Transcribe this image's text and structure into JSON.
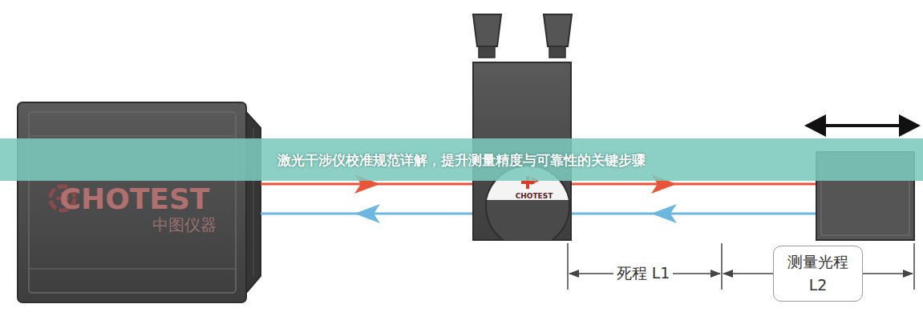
{
  "diagram": {
    "title": "激光干涉仪校准规范详解，提升测量精度与可靠性的关键步骤",
    "nodes": [
      {
        "text": [
          "测量光程 L2"
        ]
      }
    ],
    "labels": [
      "CHOTEST",
      "中图仪器",
      "CHOTEST",
      "死程 L1"
    ]
  }
}
